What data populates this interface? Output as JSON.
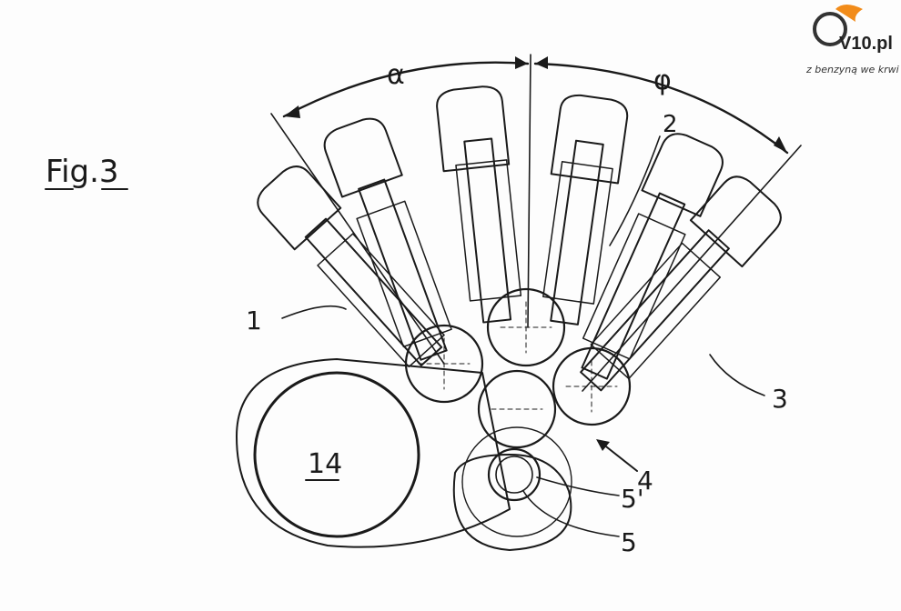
{
  "figure": {
    "title": "Fig.3",
    "angle_left": "α",
    "angle_right": "φ"
  },
  "labels": {
    "l1": "1",
    "l2": "2",
    "l3": "3",
    "l4": "4",
    "l5": "5",
    "l5prime": "5'",
    "l14": "14"
  },
  "logo": {
    "brand": "V10.pl",
    "tagline": "z benzyną we krwi",
    "accent": "#f28c1a"
  }
}
